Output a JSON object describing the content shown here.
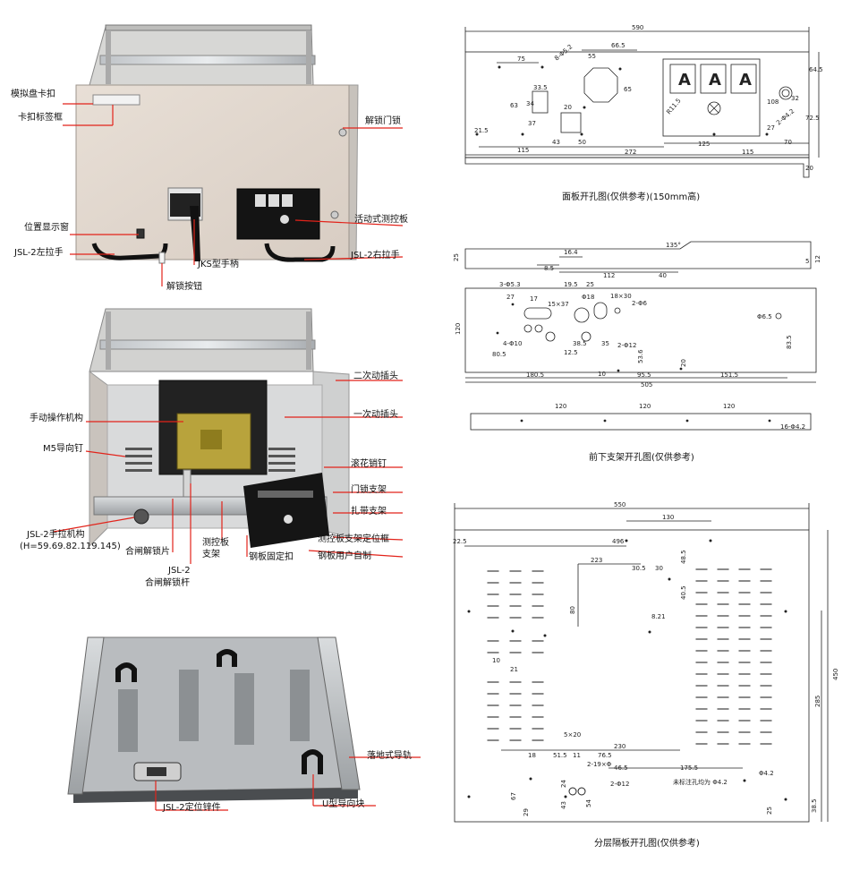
{
  "photo1": {
    "labels": {
      "mimic_clip": "模拟盘卡扣",
      "label_frame": "卡扣标签框",
      "unlock_door_lock": "解锁门锁",
      "movable_panel": "活动式测控板",
      "position_window": "位置显示窗",
      "left_handle": "JSL-2左拉手",
      "right_handle": "JSL-2右拉手",
      "jks_handle": "JKS型手柄",
      "unlock_button": "解锁按钮"
    }
  },
  "photo2": {
    "labels": {
      "secondary_plug": "二次动插头",
      "manual_mechanism": "手动操作机构",
      "primary_plug": "一次动插头",
      "m5_pin": "M5导向钉",
      "knurled_pin": "滚花销钉",
      "door_lock_bracket": "门锁支架",
      "tie_bracket": "扎带支架",
      "jsl_mechanism_line1": "JSL-2手拉机构",
      "jsl_mechanism_line2": "(H=59.69.82.119.145)",
      "closing_unlock_piece": "合闸解锁片",
      "panel_bracket_line1": "测控板",
      "panel_bracket_line2": "支架",
      "steel_clip": "钢板固定扣",
      "bracket_frame": "测控板支架定位框",
      "steel_user_made": "钢板用户自制",
      "closing_rod_line1": "JSL-2",
      "closing_rod_line2": "合闸解锁杆"
    }
  },
  "photo3": {
    "labels": {
      "floor_rail": "落地式导轨",
      "lock_piece": "JSL-2定位锌件",
      "u_block": "U型导向块"
    }
  },
  "drawing1": {
    "caption": "面板开孔图(仅供参考)(150mm高)",
    "dims": {
      "total": "590",
      "d665": "66.5",
      "d75": "75",
      "d8": "8-Φ5.2",
      "d335": "33.5",
      "d63": "63",
      "d34": "34",
      "d37": "37",
      "d20": "20",
      "d43": "43",
      "d50": "50",
      "d65": "65",
      "d55": "55",
      "d215": "21.5",
      "d115a": "115",
      "d272": "272",
      "d125": "125",
      "d115b": "115",
      "d70": "70",
      "d645": "64.5",
      "d725": "72.5",
      "d108": "108",
      "d27": "27",
      "d2": "2-Φ4.2",
      "d32": "32",
      "d20b": "20",
      "d20c": "20",
      "r": "R11.5",
      "meterA": "A"
    }
  },
  "drawing2": {
    "caption": "前下支架开孔图(仅供参考)",
    "dims": {
      "d25": "25",
      "d164": "16.4",
      "d85": "8.5",
      "d112": "112",
      "d40": "40",
      "d135": "135°",
      "d5": "5",
      "d12": "12",
      "d3": "3-Φ5.3",
      "d27": "27",
      "d17": "17",
      "d15x37": "15×37",
      "d195": "19.5",
      "d25b": "25",
      "d18": "Φ18",
      "d18x30": "18×30",
      "d2phi6": "2-Φ6",
      "d120": "120",
      "d65": "Φ6.5",
      "d835": "83.5",
      "d4": "4-Φ10",
      "d805": "80.5",
      "d385": "38.5",
      "d35": "35",
      "d2phi12": "2-Φ12",
      "d1805": "180.5",
      "d955": "95.5",
      "d505": "505",
      "d1515": "151.5",
      "d125": "12.5",
      "d536": "53.6",
      "d20": "20",
      "d10": "10",
      "d120a": "120",
      "d120b": "120",
      "d120c": "120",
      "d16": "16-Φ4.2"
    }
  },
  "drawing3": {
    "caption": "分层隔板开孔图(仅供参考)",
    "dims": {
      "d550": "550",
      "d130": "130",
      "d496": "496",
      "d225": "22.5",
      "d223": "223",
      "d305": "30.5",
      "d30": "30",
      "d485": "48.5",
      "d405": "40.5",
      "d80": "80",
      "d450": "450",
      "d285": "285",
      "d230": "230",
      "d5x20": "5×20",
      "d515": "51.5",
      "d11": "11",
      "d765": "76.5",
      "d465": "46.5",
      "d1755": "175.5",
      "d42": "Φ4.2",
      "note": "未标注孔均为 Φ4.2",
      "d2phi12": "2-Φ12",
      "d2_19": "2-19×Φ",
      "d67": "67",
      "d29": "29",
      "d43": "43",
      "d24": "24",
      "d54": "54",
      "d385": "38.5",
      "d25": "25",
      "d18": "18",
      "d821": "8.21",
      "d10": "10",
      "d21": "21"
    }
  }
}
